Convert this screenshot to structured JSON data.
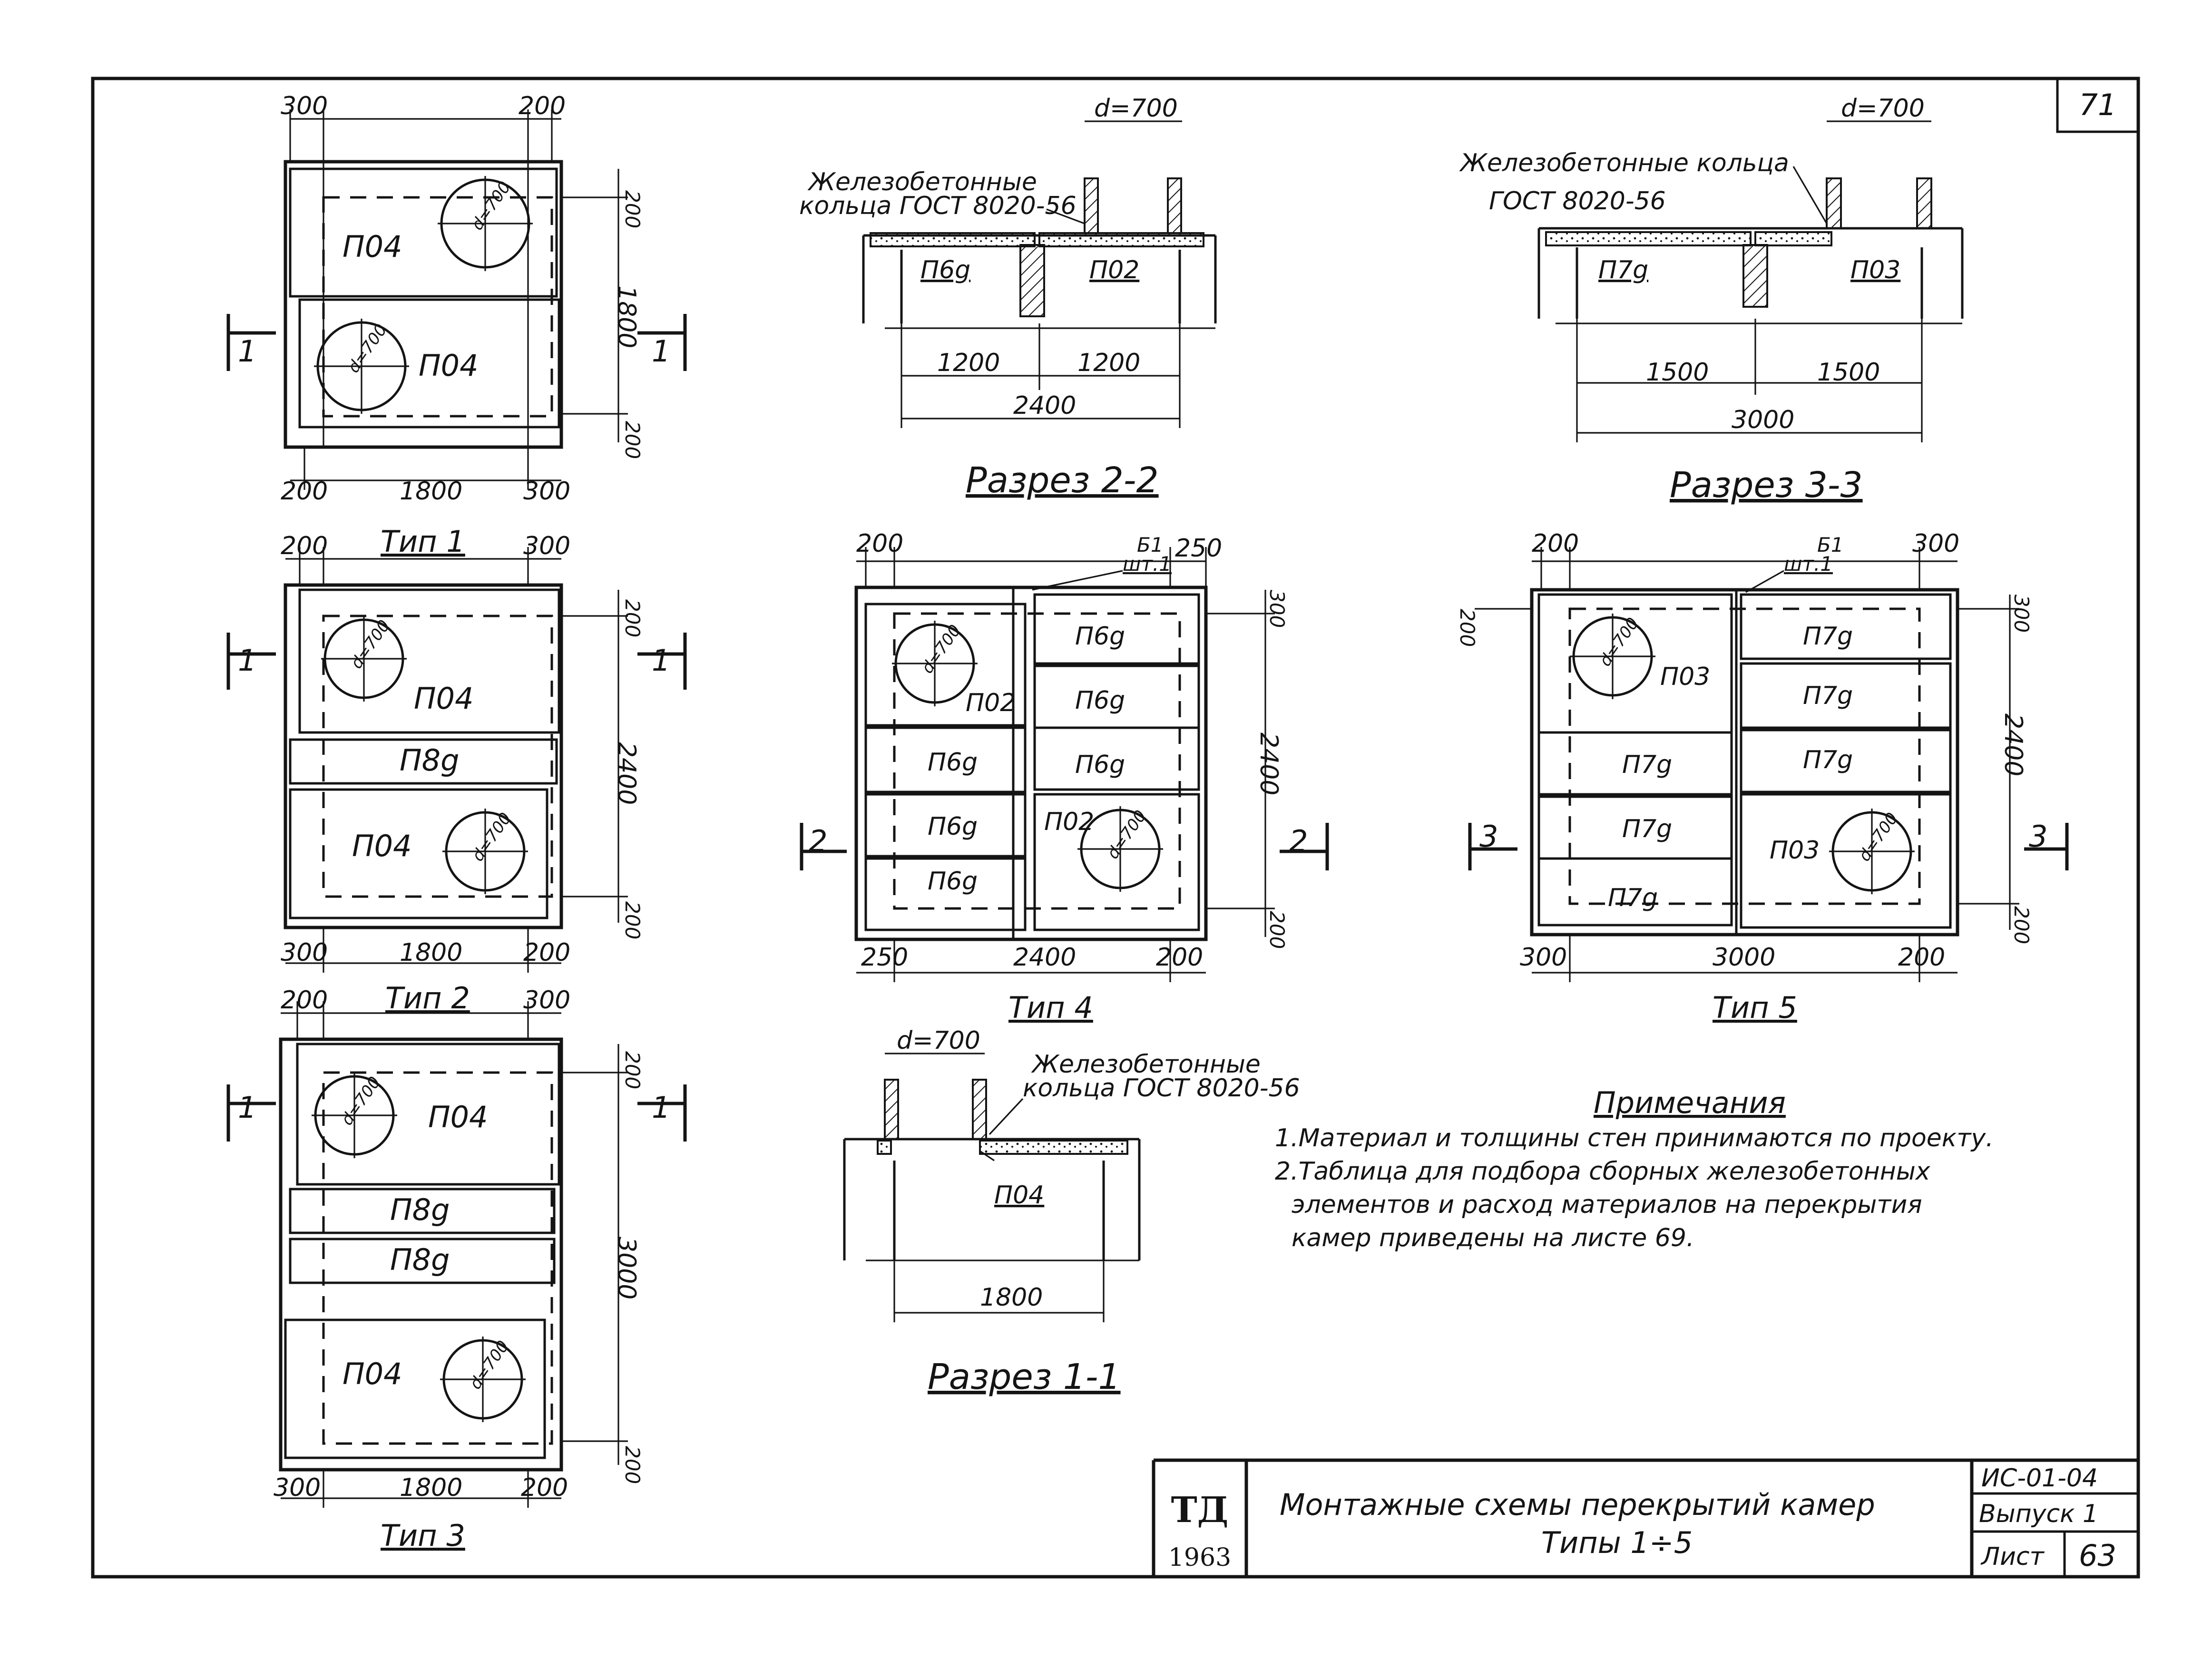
{
  "sheet": {
    "page_number": "71",
    "title_line1": "Монтажные схемы перекрытий камер",
    "title_line2": "Типы 1÷5",
    "series": "ИС-01-04",
    "issue": "Выпуск 1",
    "sheet_label": "Лист",
    "sheet_number": "63",
    "logo_letters": "ТД",
    "logo_year": "1963"
  },
  "plans": {
    "type1": {
      "caption": "Тип 1",
      "slab_a": "П04",
      "slab_b": "П04",
      "hole": "d=700",
      "dim_top_left": "300",
      "dim_top_right": "200",
      "dim_bottom_left": "200",
      "dim_bottom_mid": "1800",
      "dim_bottom_right": "300",
      "dim_side_top": "200",
      "dim_side_mid": "1800",
      "dim_side_bottom": "200",
      "section_mark": "1"
    },
    "type2": {
      "caption": "Тип 2",
      "slab_a": "П04",
      "slab_mid": "П8g",
      "slab_b": "П04",
      "hole": "d=700",
      "dim_top_left": "200",
      "dim_top_right": "300",
      "dim_bottom_left": "300",
      "dim_bottom_mid": "1800",
      "dim_bottom_right": "200",
      "dim_side_top": "200",
      "dim_side_mid": "2400",
      "dim_side_bottom": "200",
      "section_mark": "1"
    },
    "type3": {
      "caption": "Тип 3",
      "slab_a": "П04",
      "slab_mid1": "П8g",
      "slab_mid2": "П8g",
      "slab_b": "П04",
      "hole": "d=700",
      "dim_top_left": "200",
      "dim_top_right": "300",
      "dim_bottom_left": "300",
      "dim_bottom_mid": "1800",
      "dim_bottom_right": "200",
      "dim_side_top": "200",
      "dim_side_mid": "3000",
      "dim_side_bottom": "200",
      "section_mark": "1"
    },
    "type4": {
      "caption": "Тип 4",
      "bracket": "Б1",
      "bracket_qty": "шт.1",
      "slab_hole_a": "П02",
      "slab_hole_b": "П02",
      "slab_r": "П6g",
      "slab_l": "П6g",
      "hole": "d=700",
      "dim_top_left": "200",
      "dim_top_right": "250",
      "dim_bottom_left": "250",
      "dim_bottom_mid": "2400",
      "dim_bottom_right": "200",
      "dim_side_top": "300",
      "dim_side_mid": "2400",
      "dim_side_bottom": "200",
      "section_mark": "2"
    },
    "type5": {
      "caption": "Тип 5",
      "bracket": "Б1",
      "bracket_qty": "шт.1",
      "slab_hole_a": "П03",
      "slab_hole_b": "П03",
      "slab": "П7g",
      "hole": "d=700",
      "dim_top_left": "200",
      "dim_top_right": "300",
      "dim_left": "200",
      "dim_bottom_left": "300",
      "dim_bottom_mid": "3000",
      "dim_bottom_right": "200",
      "dim_side_top": "300",
      "dim_side_mid": "2400",
      "dim_side_bottom": "200",
      "section_mark": "3"
    }
  },
  "sections": {
    "s22": {
      "caption": "Разрез 2-2",
      "note_line1": "Железобетонные",
      "note_line2": "кольца ГОСТ 8020-56",
      "diameter": "d=700",
      "slab_left": "П6g",
      "slab_right": "П02",
      "dim_left": "1200",
      "dim_right": "1200",
      "dim_total": "2400"
    },
    "s33": {
      "caption": "Разрез 3-3",
      "note_line1": "Железобетонные кольца",
      "note_line2": "ГОСТ 8020-56",
      "diameter": "d=700",
      "slab_left": "П7g",
      "slab_right": "П03",
      "dim_left": "1500",
      "dim_right": "1500",
      "dim_total": "3000"
    },
    "s11": {
      "caption": "Разрез 1-1",
      "note_line1": "Железобетонные",
      "note_line2": "кольца ГОСТ 8020-56",
      "diameter": "d=700",
      "slab": "П04",
      "dim_total": "1800"
    }
  },
  "notes": {
    "heading": "Примечания",
    "line1": "1.Материал и толщины стен принимаются по проекту.",
    "line2": "2.Таблица для подбора сборных железобетонных",
    "line3": "элементов и расход материалов на перекрытия",
    "line4": "камер приведены на листе 69."
  }
}
